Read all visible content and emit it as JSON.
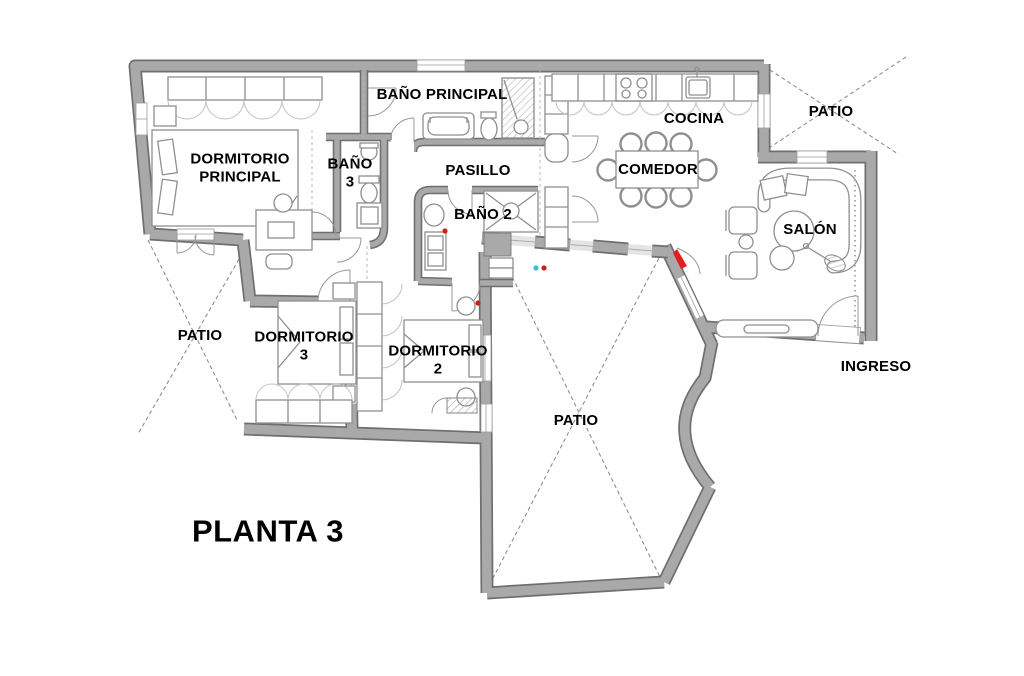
{
  "title": "PLANTA 3",
  "labels": {
    "bano_principal": "BAÑO PRINCIPAL",
    "dormitorio_principal": "DORMITORIO\nPRINCIPAL",
    "bano_3": "BAÑO\n3",
    "pasillo": "PASILLO",
    "bano_2": "BAÑO 2",
    "cocina": "COCINA",
    "comedor": "COMEDOR",
    "patio_top": "PATIO",
    "salon": "SALÓN",
    "ingreso": "INGRESO",
    "patio_left": "PATIO",
    "dormitorio_3": "DORMITORIO\n3",
    "dormitorio_2": "DORMITORIO\n2",
    "patio_bottom": "PATIO",
    "title": "PLANTA 3"
  },
  "colors": {
    "background": "#ffffff",
    "text": "#000000",
    "wall": "#a9a9a9",
    "wall_edge": "#6f6f6f",
    "furniture": "#8f8f8f",
    "dash_line": "#8f8f8f",
    "door_red": "#e02020",
    "marker_cyan": "#3fbfc6",
    "marker_red": "#cc2211"
  }
}
